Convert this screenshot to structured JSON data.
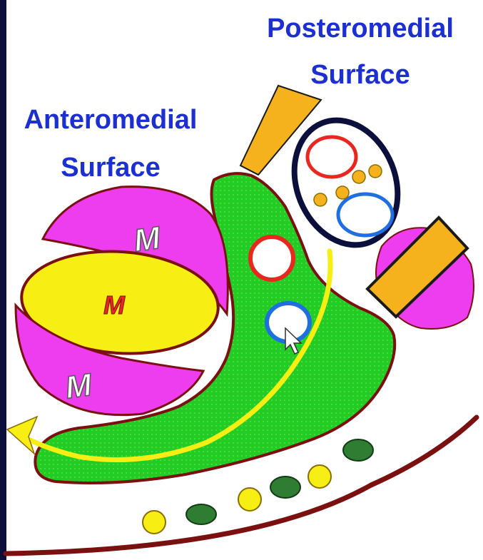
{
  "labels": {
    "posteromedial_line1": "Posteromedial",
    "posteromedial_line2": "Surface",
    "anteromedial_line1": "Anteromedial",
    "anteromedial_line2": "Surface",
    "muscle_upper": "M",
    "muscle_middle": "M",
    "muscle_lower": "M"
  },
  "colors": {
    "label_blue": "#1c2fd0",
    "green": "#22cc22",
    "magenta": "#ee3dee",
    "yellow": "#f7ef14",
    "orange": "#f5b21c",
    "red": "#e8281f",
    "blue": "#1f6fe0",
    "dark_green": "#2e7d32",
    "maroon": "#7a1010",
    "navy": "#0a0f3c"
  }
}
